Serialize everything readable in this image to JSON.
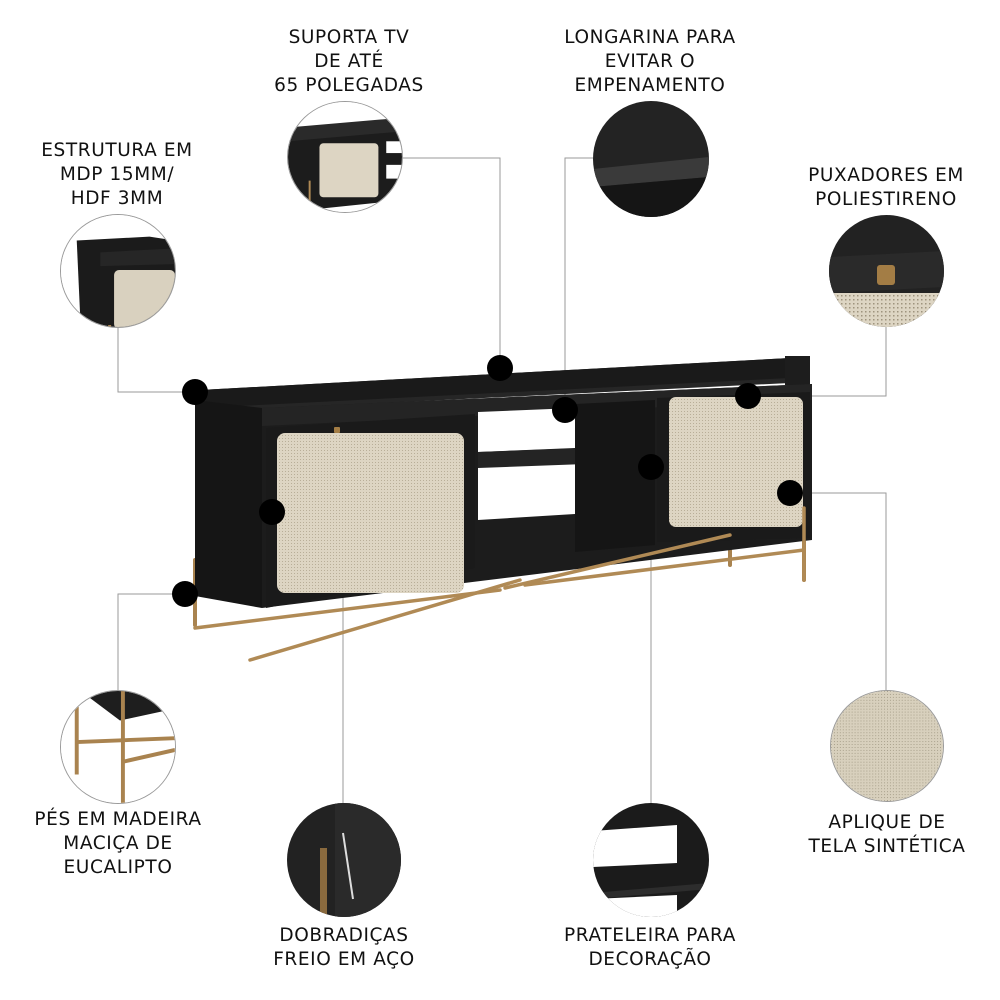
{
  "infographic": {
    "product": "TV stand / rack with two cane-panel doors and gold metal legs",
    "colors": {
      "body_black": "#1c1c1c",
      "cane_beige": "#d9d1bf",
      "gold_legs": "#b08a55",
      "connector_line": "#9a9a9a",
      "dot": "#000000",
      "text": "#111111"
    },
    "features": [
      {
        "id": "tv-support",
        "lines": [
          "SUPORTA TV",
          "DE ATÉ",
          "65 POLEGADAS"
        ]
      },
      {
        "id": "stringer",
        "lines": [
          "LONGARINA PARA",
          "EVITAR O",
          "EMPENAMENTO"
        ]
      },
      {
        "id": "structure",
        "lines": [
          "ESTRUTURA EM",
          "MDP 15MM/",
          "HDF 3MM"
        ]
      },
      {
        "id": "handles",
        "lines": [
          "PUXADORES EM",
          "POLIESTIRENO"
        ]
      },
      {
        "id": "legs",
        "lines": [
          "PÉS EM MADEIRA",
          "MACIÇA DE",
          "EUCALIPTO"
        ]
      },
      {
        "id": "hinges",
        "lines": [
          "DOBRADIÇAS",
          "FREIO EM AÇO"
        ]
      },
      {
        "id": "shelf",
        "lines": [
          "PRATELEIRA PARA",
          "DECORAÇÃO"
        ]
      },
      {
        "id": "cane",
        "lines": [
          "APLIQUE DE",
          "TELA SINTÉTICA"
        ]
      }
    ]
  }
}
